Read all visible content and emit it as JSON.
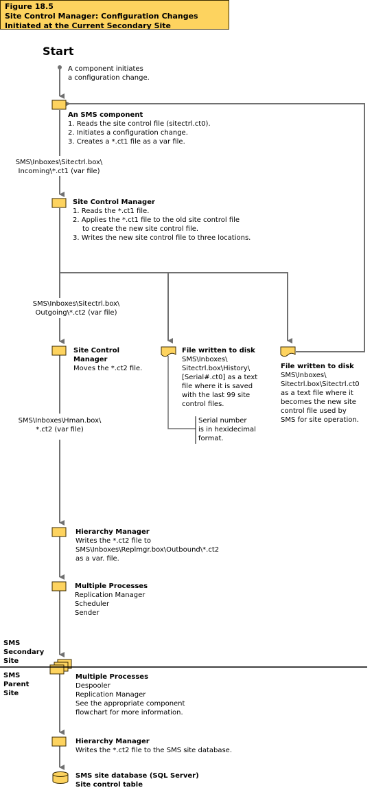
{
  "figure": {
    "number": "Figure 18.5",
    "title_lines": [
      "Site Control Manager: Configuration Changes",
      "Initiated at the Current Secondary Site"
    ]
  },
  "start": {
    "label": "Start",
    "lines": [
      "A component initiates",
      "a configuration change."
    ]
  },
  "sms_component": {
    "title": "An SMS component",
    "lines": [
      "1. Reads the site control file (sitectrl.ct0).",
      "2. Initiates a configuration change.",
      "3. Creates a *.ct1 file as a var file."
    ]
  },
  "path_incoming": [
    "SMS\\Inboxes\\Sitectrl.box\\",
    "Incoming\\*.ct1 (var file)"
  ],
  "scm1": {
    "title": "Site Control Manager",
    "lines": [
      "1. Reads the *.ct1 file.",
      "2. Applies the *.ct1 file to the old site control file",
      "to create the new site control file.",
      "3. Writes the new site control file to three locations."
    ]
  },
  "path_outgoing": [
    "SMS\\Inboxes\\Sitectrl.box\\",
    "Outgoing\\*.ct2 (var file)"
  ],
  "scm2": {
    "title_lines": [
      "Site Control",
      "Manager"
    ],
    "lines": [
      "Moves the *.ct2 file."
    ]
  },
  "file_history": {
    "title": "File written to disk",
    "lines": [
      "SMS\\Inboxes\\",
      "Sitectrl.box\\History\\",
      "[Serial#.ct0] as a text",
      "file where it is saved",
      "with the last 99 site",
      "control files."
    ]
  },
  "serial_note": [
    "Serial number",
    "is in hexidecimal",
    "format."
  ],
  "file_sitectrl": {
    "title": "File written to disk",
    "lines": [
      "SMS\\Inboxes\\",
      "Sitectrl.box\\Sitectrl.ct0",
      "as a text file where it",
      "becomes the new site",
      "control file used by",
      "SMS for site operation."
    ]
  },
  "path_hman": [
    "SMS\\Inboxes\\Hman.box\\",
    "*.ct2 (var file)"
  ],
  "hierarchy1": {
    "title": "Hierarchy Manager",
    "lines": [
      "Writes the *.ct2 file to",
      "SMS\\Inboxes\\Replmgr.box\\Outbound\\*.ct2",
      "as a var. file."
    ]
  },
  "multi1": {
    "title": "Multiple Processes",
    "lines": [
      "Replication Manager",
      "Scheduler",
      "Sender"
    ]
  },
  "secondary_label": [
    "SMS",
    "Secondary",
    "Site"
  ],
  "parent_label": [
    "SMS",
    "Parent",
    "Site"
  ],
  "multi2": {
    "title": "Multiple Processes",
    "lines": [
      "Despooler",
      "Replication Manager",
      "See the appropriate component",
      "flowchart for more information."
    ]
  },
  "hierarchy2": {
    "title": "Hierarchy Manager",
    "lines": [
      "Writes the *.ct2 file to the SMS site database."
    ]
  },
  "database": {
    "lines": [
      "SMS site database (SQL Server)",
      "Site control table"
    ]
  },
  "colors": {
    "box_fill": "#fdd35f",
    "line": "#707070",
    "border": "#3a2a00"
  }
}
